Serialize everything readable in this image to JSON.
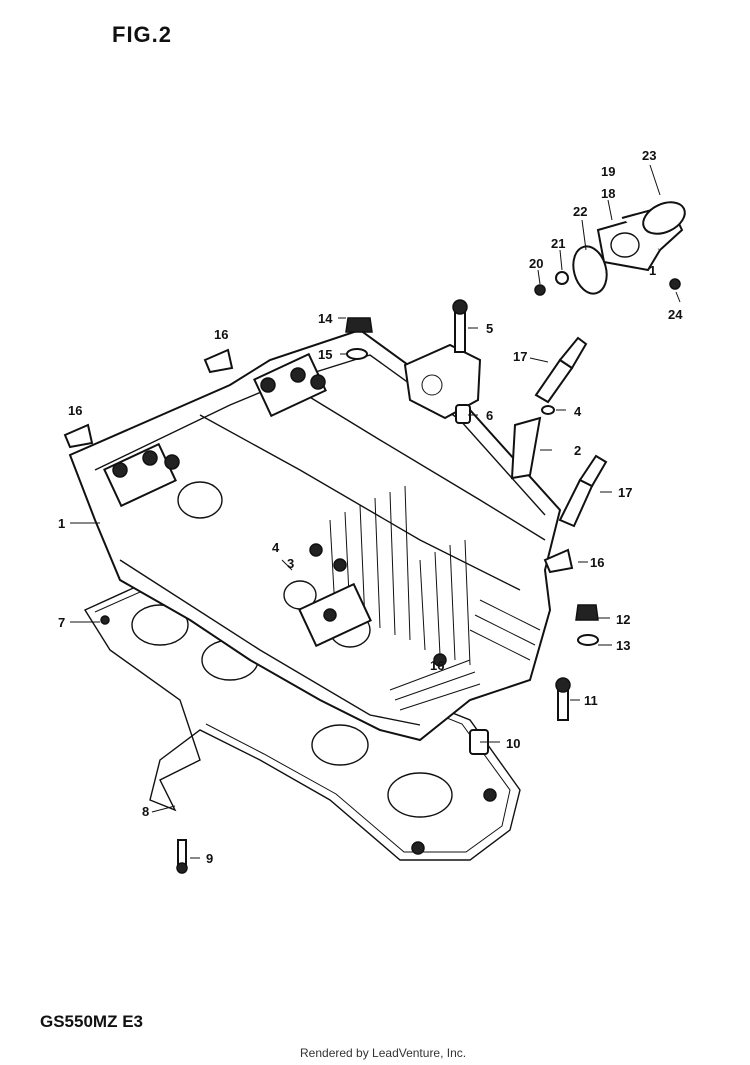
{
  "figure": {
    "title": "FIG.2",
    "model": "GS550MZ E3"
  },
  "credit": "Rendered by LeadVenture, Inc.",
  "callouts": [
    {
      "id": "1"
    },
    {
      "id": "2"
    },
    {
      "id": "3"
    },
    {
      "id": "4"
    },
    {
      "id": "5"
    },
    {
      "id": "6"
    },
    {
      "id": "7"
    },
    {
      "id": "8"
    },
    {
      "id": "9"
    },
    {
      "id": "10"
    },
    {
      "id": "11"
    },
    {
      "id": "12"
    },
    {
      "id": "13"
    },
    {
      "id": "14"
    },
    {
      "id": "15"
    },
    {
      "id": "16"
    },
    {
      "id": "17"
    },
    {
      "id": "18"
    },
    {
      "id": "19"
    },
    {
      "id": "20"
    },
    {
      "id": "21"
    },
    {
      "id": "22"
    },
    {
      "id": "23"
    },
    {
      "id": "24"
    }
  ],
  "labels": {
    "c1": "1",
    "c1b": "1",
    "c2": "2",
    "c3": "3",
    "c4": "4",
    "c4b": "4",
    "c5": "5",
    "c6": "6",
    "c7": "7",
    "c8": "8",
    "c9": "9",
    "c10": "10",
    "c11": "11",
    "c12": "12",
    "c13": "13",
    "c14": "14",
    "c15": "15",
    "c16a": "16",
    "c16b": "16",
    "c16c": "16",
    "c16d": "16",
    "c17a": "17",
    "c17b": "17",
    "c18": "18",
    "c19": "19",
    "c20": "20",
    "c21": "21",
    "c22": "22",
    "c23": "23",
    "c24": "24"
  }
}
